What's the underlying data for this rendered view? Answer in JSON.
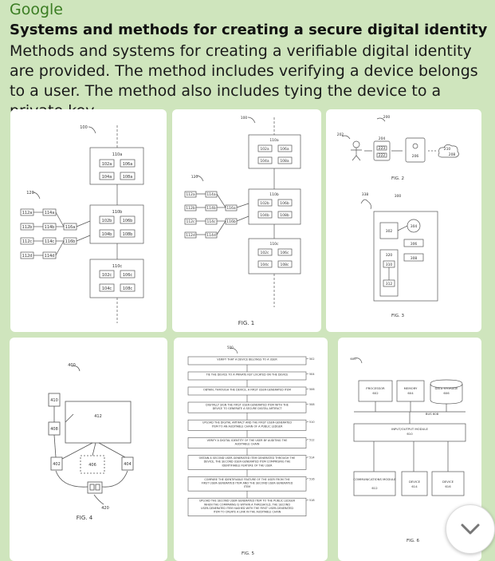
{
  "header": {
    "source": "Google",
    "title": "Systems and methods for creating a secure digital identity",
    "description": "Methods and systems for creating a verifiable digital identity are provided. The method includes verifying a device belongs to a user. The method also includes tying the device to a private key...."
  },
  "figures": {
    "fig1a": {
      "ref": "100",
      "bus_ref": "120",
      "blocks": [
        "110a",
        "110b",
        "110c"
      ],
      "inner": [
        "102a",
        "106a",
        "104a",
        "108a",
        "102b",
        "106b",
        "104b",
        "108b",
        "102c",
        "106c",
        "104c",
        "108c"
      ],
      "left": [
        "112a",
        "114a",
        "112b",
        "114b",
        "116a",
        "112c",
        "114c",
        "116b",
        "112d",
        "114d"
      ]
    },
    "fig1": {
      "label": "FIG. 1",
      "ref": "100",
      "bus_ref": "120"
    },
    "fig2": {
      "label": "FIG. 2",
      "ref": "200",
      "person": "202",
      "device": [
        "204",
        "223",
        "222"
      ],
      "screen": "206",
      "cloud": [
        "210",
        "208"
      ]
    },
    "fig3": {
      "label": "FIG. 3",
      "ref": "300",
      "left_ref": "338",
      "items": [
        "302",
        "304",
        "306",
        "308",
        "320",
        "310",
        "312"
      ]
    },
    "fig4": {
      "label": "FIG. 4",
      "ref": "400",
      "items": [
        "410",
        "412",
        "408",
        "402",
        "406",
        "404",
        "420"
      ]
    },
    "fig5": {
      "label": "FIG. 5",
      "ref": "500",
      "steps": [
        {
          "text": "VERIFY THAT A DEVICE BELONGS TO A USER",
          "num": "502"
        },
        {
          "text": "TIE THE DEVICE TO A PRIVATE KEY LOCATED ON THE DEVICE",
          "num": "504"
        },
        {
          "text": "OBTAIN, THROUGH THE DEVICE, A FIRST USER-GENERATED ITEM",
          "num": "506"
        },
        {
          "text": "DIGITALLY SIGN THE FIRST USER-GENERATED ITEM WITH THE DEVICE TO GENERATE A SECURE DIGITAL ARTIFACT",
          "num": "508"
        },
        {
          "text": "UPLOAD THE DIGITAL ARTIFACT AND THE FIRST USER-GENERATED ITEM TO AN AUDITABLE CHAIN OF A PUBLIC LEDGER",
          "num": "510"
        },
        {
          "text": "VERIFY A DIGITAL IDENTITY OF THE USER BY AUDITING THE AUDITABLE CHAIN",
          "num": "512"
        },
        {
          "text": "OBTAIN A SECOND USER-GENERATED ITEM GENERATED THROUGH THE DEVICE, THE SECOND USER-GENERATED ITEM COMPRISING THE IDENTIFIABLE FEATURE OF THE USER",
          "num": "514"
        },
        {
          "text": "COMPARE THE IDENTIFIABLE FEATURE OF THE USER FROM THE FIRST USER-GENERATED ITEM AND THE SECOND USER-GENERATED ITEM",
          "num": "516"
        },
        {
          "text": "UPLOAD THE SECOND USER-GENERATED ITEM TO THE PUBLIC LEDGER WHEN THE COMPARING IS WITHIN A THRESHOLD, THE SECOND USER-GENERATED ITEM HASHED WITH THE FIRST USER-GENERATED ITEM TO CREATE A LINK IN THE AUDITABLE CHAIN",
          "num": "518"
        }
      ]
    },
    "fig6": {
      "label": "FIG. 6",
      "ref": "600",
      "processor": "PROCESSOR",
      "processor_num": "602",
      "memory": "MEMORY",
      "memory_num": "604",
      "storage": "DATA STORAGE",
      "storage_num": "606",
      "bus": "BUS 608",
      "io": "INPUT/OUTPUT MODULE",
      "io_num": "610",
      "comm": "COMMUNICATIONS MODULE",
      "comm_num": "612",
      "device1": "DEVICE",
      "device1_num": "614",
      "device2": "DEVICE",
      "device2_num": "616"
    }
  },
  "controls": {
    "more_icon": "chevron-down-icon"
  }
}
